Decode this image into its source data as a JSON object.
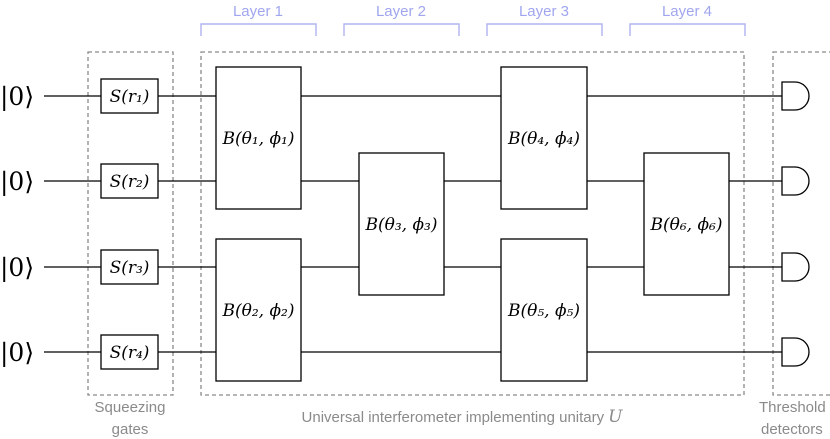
{
  "inputs": [
    "|0⟩",
    "|0⟩",
    "|0⟩",
    "|0⟩"
  ],
  "squeezing": [
    "S(r₁)",
    "S(r₂)",
    "S(r₃)",
    "S(r₄)"
  ],
  "beamsplitters": [
    "B(θ₁, ϕ₁)",
    "B(θ₂, ϕ₂)",
    "B(θ₃, ϕ₃)",
    "B(θ₄, ϕ₄)",
    "B(θ₅, ϕ₅)",
    "B(θ₆, ϕ₆)"
  ],
  "layers": [
    "Layer 1",
    "Layer 2",
    "Layer 3",
    "Layer 4"
  ],
  "captions": {
    "squeezing_line1": "Squeezing",
    "squeezing_line2": "gates",
    "interferometer": "Universal interferometer implementing unitary",
    "unitary_symbol": "U",
    "detector_line1": "Threshold",
    "detector_line2": "detectors"
  }
}
